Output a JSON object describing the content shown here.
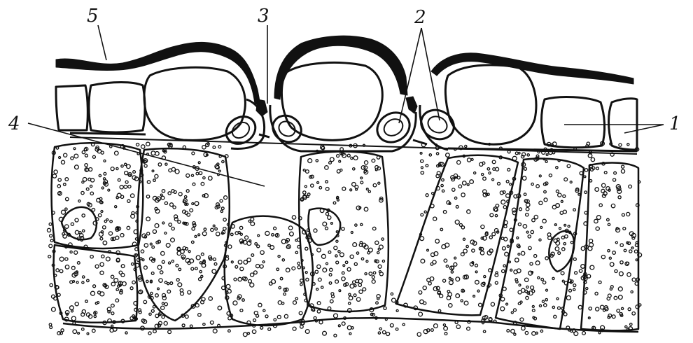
{
  "diagram": {
    "labels": {
      "label_1": "1",
      "label_2": "2",
      "label_3": "3",
      "label_4": "4",
      "label_5": "5"
    },
    "colors": {
      "ink": "#111111",
      "background": "#ffffff"
    }
  }
}
